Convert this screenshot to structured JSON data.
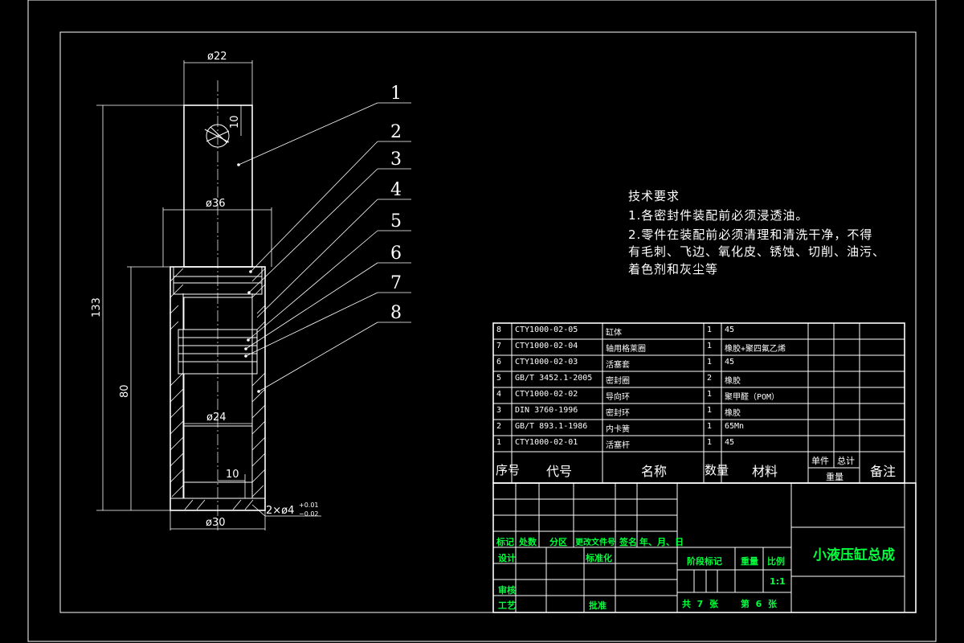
{
  "dimensions": {
    "d22": "ø22",
    "d36": "ø36",
    "d24": "ø24",
    "d30": "ø30",
    "h10_top": "10",
    "h10_bottom": "10",
    "len133": "133",
    "len80": "80",
    "chamfer": "2×ø4",
    "tol_upper": "+0.01",
    "tol_lower": "−0.02"
  },
  "balloons": [
    "1",
    "2",
    "3",
    "4",
    "5",
    "6",
    "7",
    "8"
  ],
  "tech_requirements": {
    "title": "技术要求",
    "line1": "1.各密封件装配前必须浸透油。",
    "line2": "2.零件在装配前必须清理和清洗干净，不得",
    "line3": "有毛刺、飞边、氧化皮、锈蚀、切削、油污、",
    "line4": "着色剂和灰尘等"
  },
  "parts": [
    {
      "no": "8",
      "code": "CTY1000-02-05",
      "name": "缸体",
      "qty": "1",
      "material": "45"
    },
    {
      "no": "7",
      "code": "CTY1000-02-04",
      "name": "轴用格莱圈",
      "qty": "1",
      "material": "橡胶+聚四氟乙烯"
    },
    {
      "no": "6",
      "code": "CTY1000-02-03",
      "name": "活塞套",
      "qty": "1",
      "material": "45"
    },
    {
      "no": "5",
      "code": "GB/T 3452.1-2005",
      "name": "密封圈",
      "qty": "2",
      "material": "橡胶"
    },
    {
      "no": "4",
      "code": "CTY1000-02-02",
      "name": "导向环",
      "qty": "1",
      "material": "聚甲醛（POM）"
    },
    {
      "no": "3",
      "code": "DIN 3760-1996",
      "name": "密封环",
      "qty": "1",
      "material": "橡胶"
    },
    {
      "no": "2",
      "code": "GB/T 893.1-1986",
      "name": "内卡簧",
      "qty": "1",
      "material": "65Mn"
    },
    {
      "no": "1",
      "code": "CTY1000-02-01",
      "name": "活塞杆",
      "qty": "1",
      "material": "45"
    }
  ],
  "bom_header": {
    "no": "序号",
    "code": "代号",
    "name": "名称",
    "qty": "数量",
    "material": "材料",
    "unit": "单件",
    "total": "总计",
    "weight": "重量",
    "remark": "备注"
  },
  "title_block": {
    "mark": "标记",
    "count": "处数",
    "zone": "分区",
    "doc": "更改文件号",
    "sign": "签名",
    "date": "年、月、日",
    "design": "设计",
    "standard": "标准化",
    "review": "审核",
    "process": "工艺",
    "approve": "批准",
    "stage": "阶段标记",
    "weight": "重量",
    "scale_label": "比例",
    "scale": "1:1",
    "sheets_total": "共  7  张",
    "sheet_no": "第  6  张",
    "drawing_title": "小液压缸总成"
  },
  "colors": {
    "line": "#ffffff",
    "label": "#00ff3c",
    "background": "#000000"
  }
}
